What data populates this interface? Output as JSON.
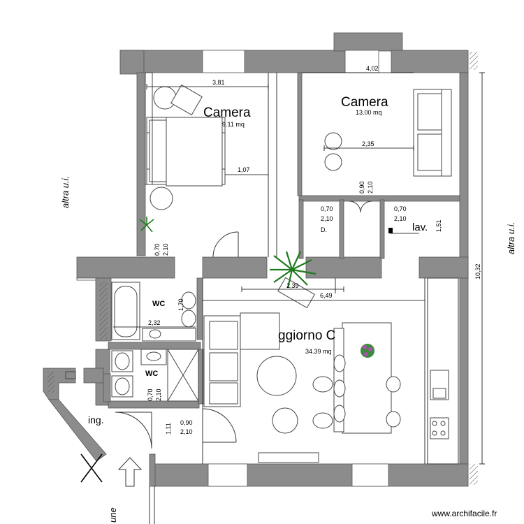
{
  "rooms": {
    "camera1": {
      "name": "Camera",
      "area": "9.11 mq"
    },
    "camera2": {
      "name": "Camera",
      "area": "13.00 mq"
    },
    "soggiorno": {
      "name": "ggiorno C",
      "area": "34.39 mq"
    },
    "lav": {
      "name": "lav."
    },
    "wc1": {
      "name": "WC"
    },
    "wc2": {
      "name": "WC"
    },
    "ing": {
      "name": "ing."
    }
  },
  "dimensions": {
    "cam1_width": "3,81",
    "cam1_inner": "1,07",
    "cam2_width": "4,02",
    "cam2_inner": "2,35",
    "door_cam2_w": "0,90",
    "door_cam2_h": "2,10",
    "clos_w": "0,70",
    "clos_h": "2,10",
    "lav_w": "0,70",
    "lav_h": "2,10",
    "lav_side": "1,51",
    "door_cam1_w": "0,70",
    "door_cam1_h": "2,10",
    "liv_inner": "2,39",
    "liv_width": "6,49",
    "wc1_width": "2,32",
    "wc1_side": "1,70",
    "wc2_door_w": "0,70",
    "wc2_door_h": "2,10",
    "entry_w": "0,90",
    "entry_h": "2,10",
    "entry_side": "1,11",
    "total_height": "10,32"
  },
  "side_labels": {
    "left": "altra u.i.",
    "right": "altra u.i.",
    "bottom": "une"
  },
  "clipped_text": {
    "d": "D."
  },
  "watermark": "www.archifacile.fr"
}
